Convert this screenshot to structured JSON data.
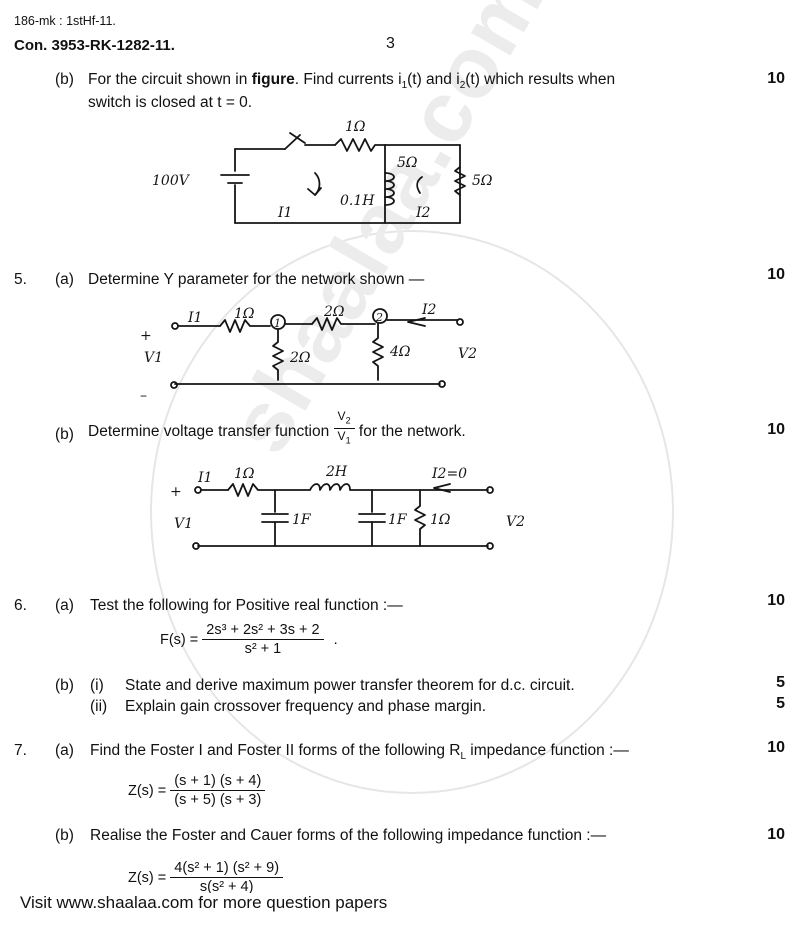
{
  "header": {
    "code_top": "186-mk : 1stHf-11.",
    "con_line": "Con. 3953-RK-1282-11.",
    "page_number": "3"
  },
  "watermark": "shaalaa.com",
  "q4b": {
    "label": "(b)",
    "line1_pre": "For the circuit shown in ",
    "line1_bold": "figure",
    "line1_post": ".  Find currents i",
    "sub1": "1",
    "mid": "(t) and i",
    "sub2": "2",
    "end": "(t) which results when",
    "line2": "switch is closed at t = 0.",
    "marks": "10",
    "circuit": {
      "source": "100V",
      "r1": "1Ω",
      "r2": "5Ω",
      "r3": "5Ω",
      "l": "0.1H",
      "i1": "I1",
      "i2": "I2"
    }
  },
  "q5": {
    "number": "5.",
    "a_label": "(a)",
    "a_text": "Determine Y parameter for the network shown —",
    "a_marks": "10",
    "a_circuit": {
      "i1": "I1",
      "r1": "1Ω",
      "n1": "1",
      "r2": "2Ω",
      "n2": "2",
      "i2": "I2",
      "r3": "2Ω",
      "r4": "4Ω",
      "v1": "V1",
      "v2": "V2"
    },
    "b_label": "(b)",
    "b_text_pre": "Determine voltage transfer function",
    "b_frac_num": "V",
    "b_frac_num_sub": "2",
    "b_frac_den": "V",
    "b_frac_den_sub": "1",
    "b_text_post": "for the network.",
    "b_marks": "10",
    "b_circuit": {
      "i1": "I1",
      "r1": "1Ω",
      "l": "2H",
      "i2": "I2=0",
      "c1": "1F",
      "c2": "1F",
      "r2": "1Ω",
      "v1": "V1",
      "v2": "V2"
    }
  },
  "q6": {
    "number": "6.",
    "a_label": "(a)",
    "a_text": "Test the following for Positive real function :—",
    "a_marks": "10",
    "eq_lhs": "F(s) =",
    "eq_num": "2s³ + 2s² + 3s + 2",
    "eq_den": "s² + 1",
    "eq_tail": ".",
    "b_label": "(b)",
    "b_i": "(i)",
    "b_i_text": "State and derive maximum power transfer theorem for d.c. circuit.",
    "b_i_marks": "5",
    "b_ii": "(ii)",
    "b_ii_text": "Explain gain crossover frequency and phase margin.",
    "b_ii_marks": "5"
  },
  "q7": {
    "number": "7.",
    "a_label": "(a)",
    "a_text_pre": "Find the Foster I and Foster II forms of the following R",
    "a_sub": "L",
    "a_text_post": " impedance function :—",
    "a_marks": "10",
    "a_lhs": "Z(s) =",
    "a_num": "(s + 1) (s + 4)",
    "a_den": "(s + 5) (s + 3)",
    "b_label": "(b)",
    "b_text": "Realise the Foster and Cauer forms of the following impedance function :—",
    "b_marks": "10",
    "b_lhs": "Z(s) =",
    "b_num": "4(s² + 1) (s² + 9)",
    "b_den": "s(s² + 4)"
  },
  "footer": "Visit www.shaalaa.com for more question papers"
}
